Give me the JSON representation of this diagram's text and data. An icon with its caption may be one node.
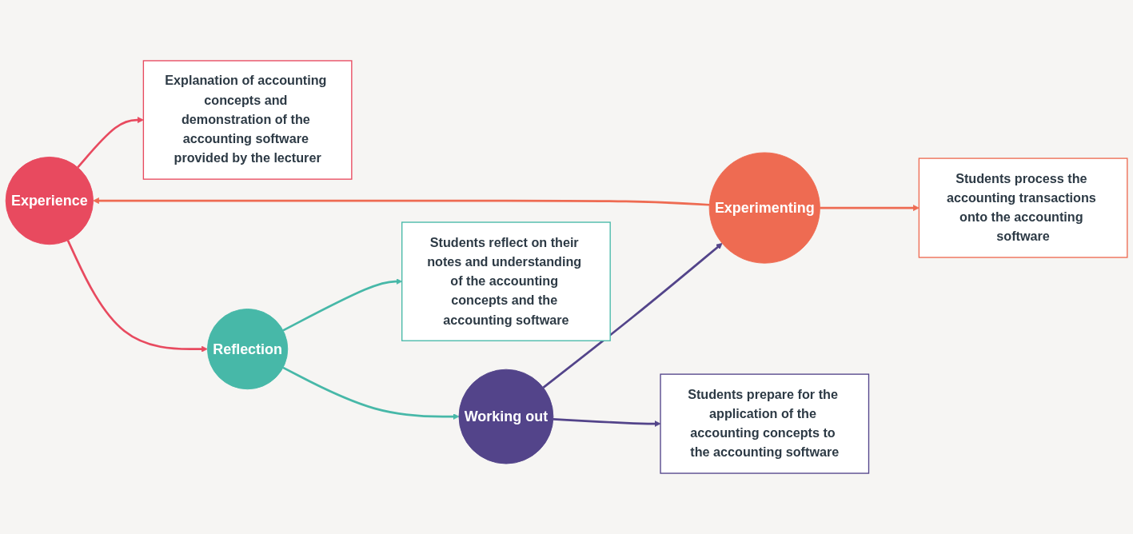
{
  "diagram": {
    "nodes": [
      {
        "text": [
          "Students process the accounting transactions onto the accounting software"
        ]
      },
      {
        "text": [
          "Experience"
        ]
      },
      {
        "text": [
          "Explanation of accounting concepts and demonstration of the accounting software provided by the lecturer"
        ]
      },
      {
        "text": [
          "Experimenting"
        ]
      },
      {
        "text": [
          "Reflection"
        ]
      },
      {
        "text": [
          "Students prepare for the application of the accounting concepts to the accounting software"
        ]
      },
      {
        "text": [
          "Working out"
        ]
      },
      {
        "text": [
          "Students reflect on their notes and understanding of the accounting concepts and the accounting software"
        ]
      }
    ],
    "edges": [
      {
        "from": 1,
        "to": 4,
        "arrow": "to",
        "color": "#e84a5f"
      },
      {
        "from": 4,
        "to": 6,
        "arrow": "to",
        "color": "#47b8a8"
      },
      {
        "from": 6,
        "to": 3,
        "arrow": "to",
        "color": "#53448a"
      },
      {
        "from": 3,
        "to": 1,
        "arrow": "to",
        "color": "#ee6b52"
      },
      {
        "from": 1,
        "to": 2,
        "arrow": "to",
        "color": "#e84a5f"
      },
      {
        "from": 3,
        "to": 0,
        "arrow": "to",
        "color": "#ee6b52"
      },
      {
        "from": 6,
        "to": 5,
        "arrow": "to",
        "color": "#53448a"
      },
      {
        "from": 4,
        "to": 7,
        "arrow": "to",
        "color": "#47b8a8"
      }
    ]
  }
}
